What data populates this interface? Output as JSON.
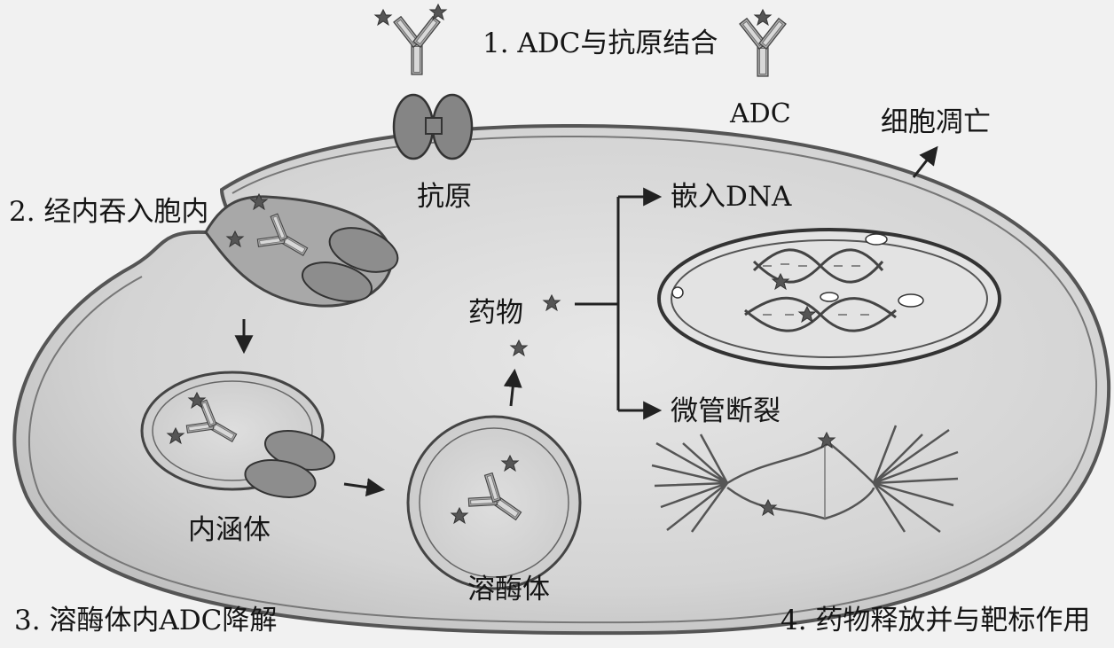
{
  "labels": {
    "step1": "1. ADC与抗原结合",
    "adc": "ADC",
    "antigen": "抗原",
    "apoptosis": "细胞凋亡",
    "step2": "2. 经内吞入胞内",
    "dna": "嵌入DNA",
    "drug": "药物",
    "microtubule": "微管断裂",
    "endosome": "内涵体",
    "lysosome": "溶酶体",
    "step3": "3. 溶酶体内ADC降解",
    "step4": "4. 药物释放并与靶标作用"
  }
}
